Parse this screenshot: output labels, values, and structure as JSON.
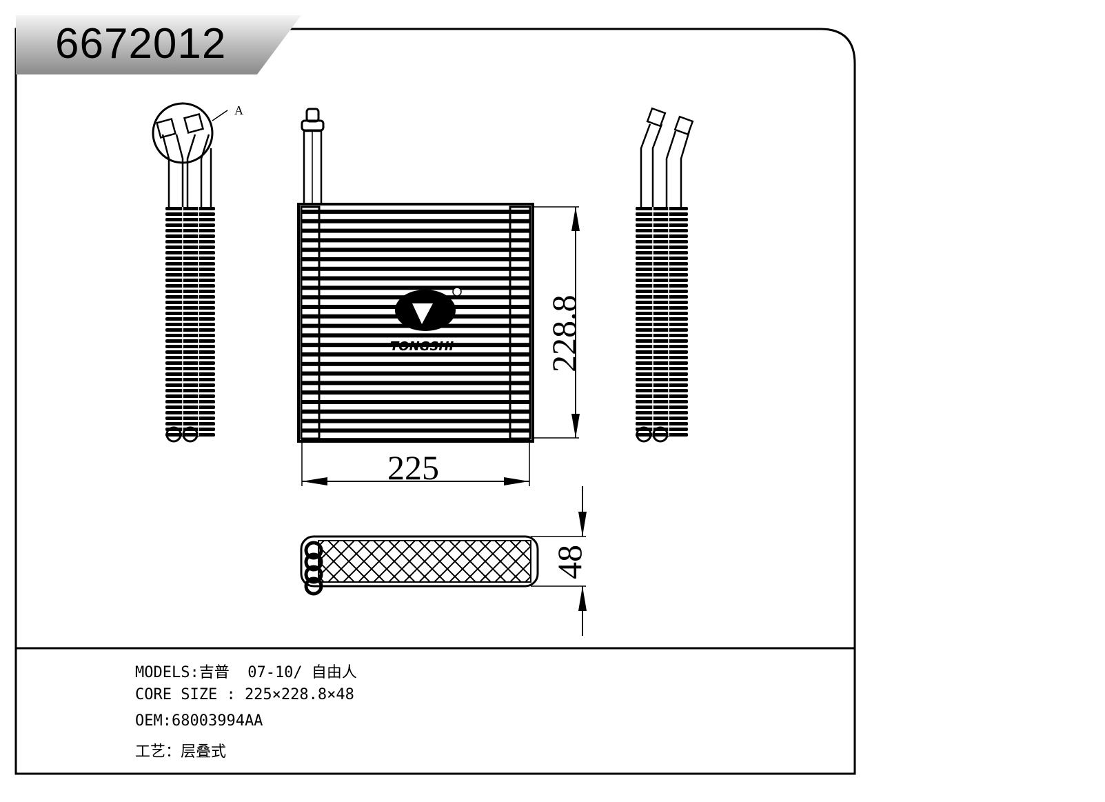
{
  "header": {
    "part_number": "6672012"
  },
  "drawing": {
    "detail_label": "A",
    "dimensions": {
      "width": "225",
      "height": "228.8",
      "depth": "48"
    },
    "logo_text": "TONGSHI"
  },
  "specs": {
    "models": "MODELS:吉普  07-10/ 自由人",
    "core_size": "CORE SIZE : 225×228.8×48",
    "oem": "OEM:68003994AA",
    "process": "工艺：层叠式"
  }
}
